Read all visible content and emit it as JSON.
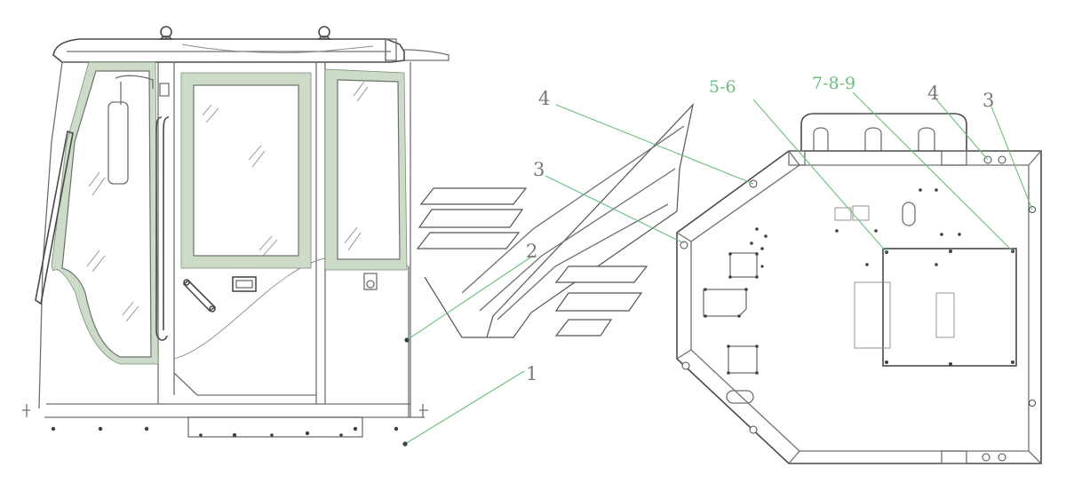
{
  "callouts": {
    "left_4": "4",
    "left_3": "3",
    "left_2": "2",
    "left_1": "1",
    "right_5_6": "5-6",
    "right_7_8_9": "7-8-9",
    "right_4": "4",
    "right_3": "3"
  },
  "colors": {
    "leader_line": "#6cbf7c",
    "outline": "#6f6f6f",
    "seal_fill": "#ccdcc9"
  }
}
